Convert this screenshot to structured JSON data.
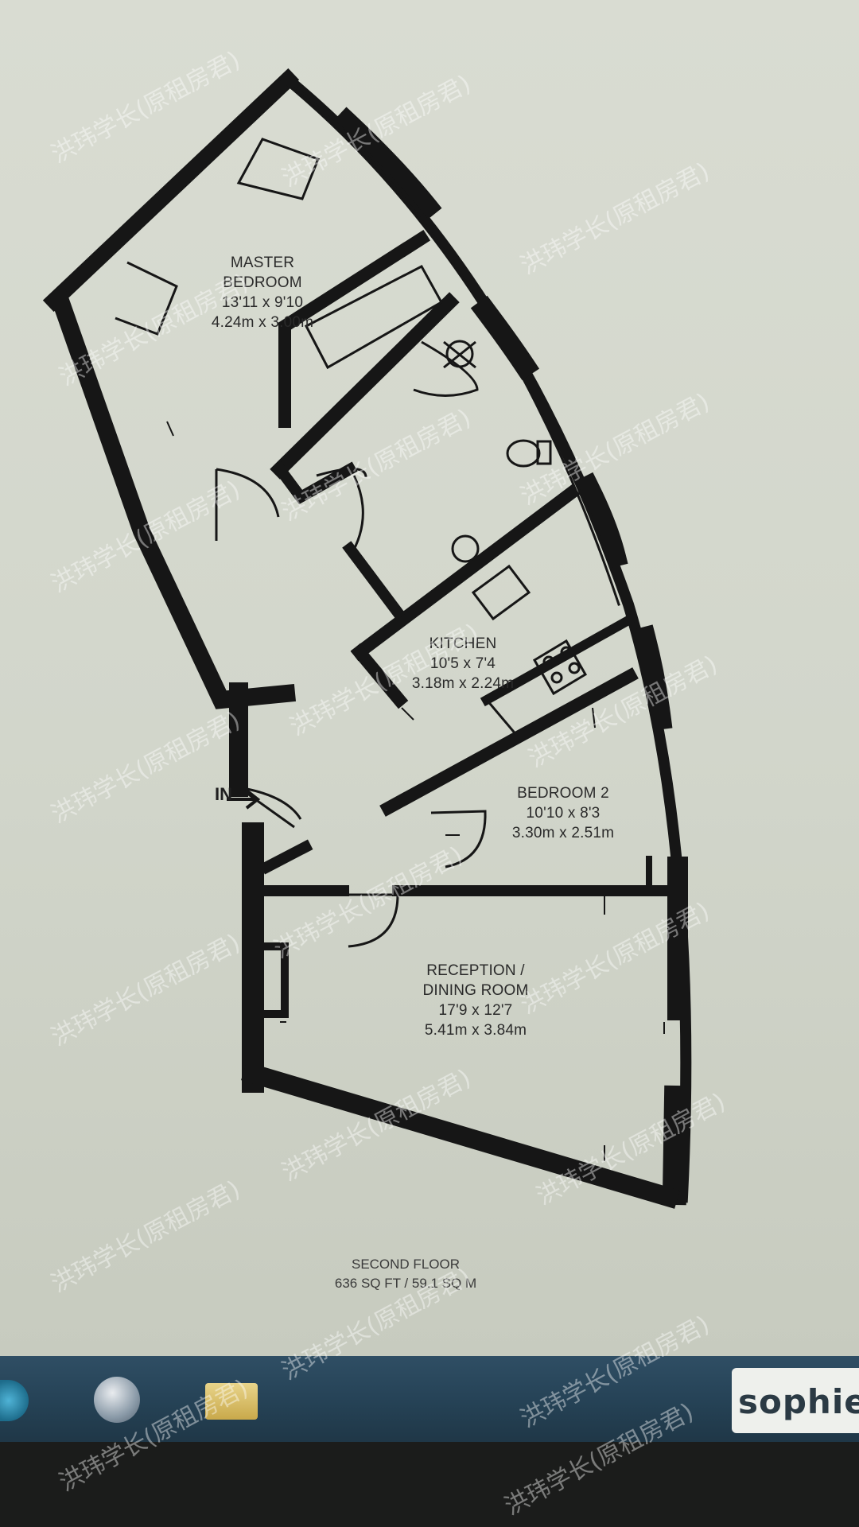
{
  "rooms": {
    "master": {
      "name_line1": "MASTER",
      "name_line2": "BEDROOM",
      "imperial": "13'11 x 9'10",
      "metric": "4.24m x 3.00m"
    },
    "kitchen": {
      "name": "KITCHEN",
      "imperial": "10'5 x 7'4",
      "metric": "3.18m x 2.24m"
    },
    "bedroom2": {
      "name": "BEDROOM 2",
      "imperial": "10'10 x 8'3",
      "metric": "3.30m x 2.51m"
    },
    "reception": {
      "name_line1": "RECEPTION /",
      "name_line2": "DINING ROOM",
      "imperial": "17'9 x 12'7",
      "metric": "5.41m x 3.84m"
    }
  },
  "entrance_label": "IN",
  "floor": {
    "name": "SECOND FLOOR",
    "area": "636 SQ FT / 59.1 SQ M"
  },
  "taskbar": {
    "badge_text": "sophie",
    "icons": [
      "start-icon",
      "browser-icon",
      "folder-icon"
    ]
  },
  "watermark": "洪玮学长(原租房君)",
  "colors": {
    "wall": "#161616",
    "screen": "#d6d9cf",
    "taskbar": "#264357"
  }
}
